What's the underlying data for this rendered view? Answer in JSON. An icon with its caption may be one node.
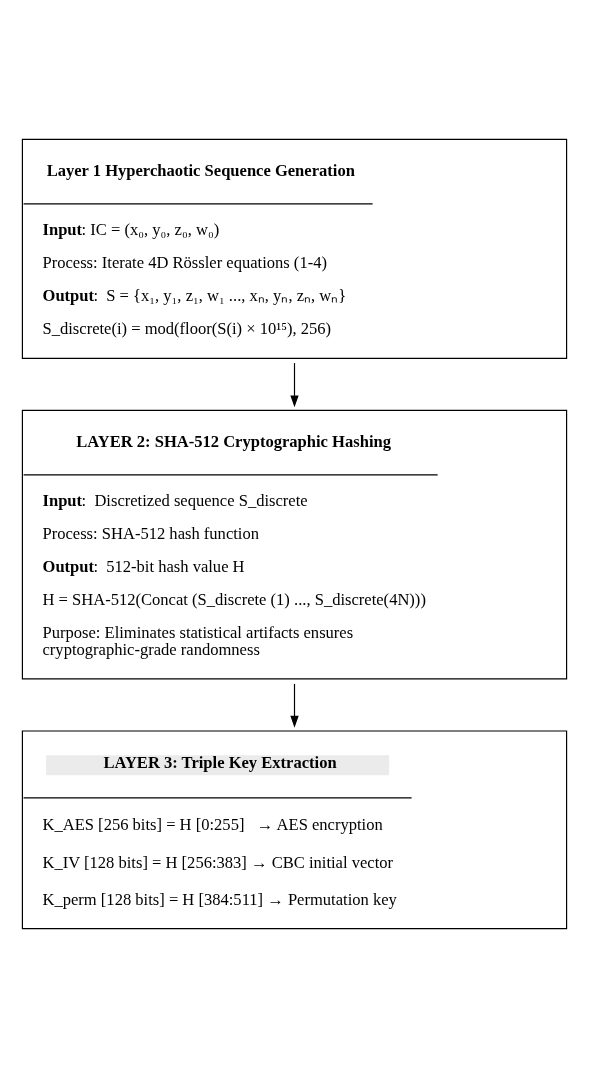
{
  "diagram": {
    "nodes": [
      {
        "text": [
          "Layer 1 Hyperchaotic Sequence Generation",
          "**Input**: IC = (x₀, y₀, z₀, w₀)",
          "Process: Iterate 4D Rössler equations (1-4)",
          "**Output**:  S = {x₁, y₁, z₁, w₁ ..., xₙ, yₙ, zₙ, wₙ}",
          "S_discrete(i) = mod(floor(S(i) × 10¹⁵), 256)"
        ]
      },
      {
        "text": [
          "LAYER 2: SHA-512 Cryptographic Hashing",
          "**Input**:  Discretized sequence S_discrete",
          "Process: SHA-512 hash function",
          "**Output**:  512-bit hash value H",
          "H = SHA-512(Concat (S_discrete (1) ..., S_discrete(4N)))",
          "Purpose: Eliminates statistical artifacts ensures cryptographic-grade randomness"
        ]
      },
      {
        "text": [
          "LAYER 3: Triple Key Extraction",
          "K_AES [256 bits] = H [0:255]   → AES encryption",
          "K_IV [128 bits] = H [256:383] → CBC initial vector",
          "K_perm [128 bits] = H [384:511] → Permutation key"
        ]
      }
    ],
    "edges": [
      {
        "from": 0,
        "to": 1,
        "arrow": "to"
      },
      {
        "from": 1,
        "to": 2,
        "arrow": "to"
      }
    ]
  }
}
